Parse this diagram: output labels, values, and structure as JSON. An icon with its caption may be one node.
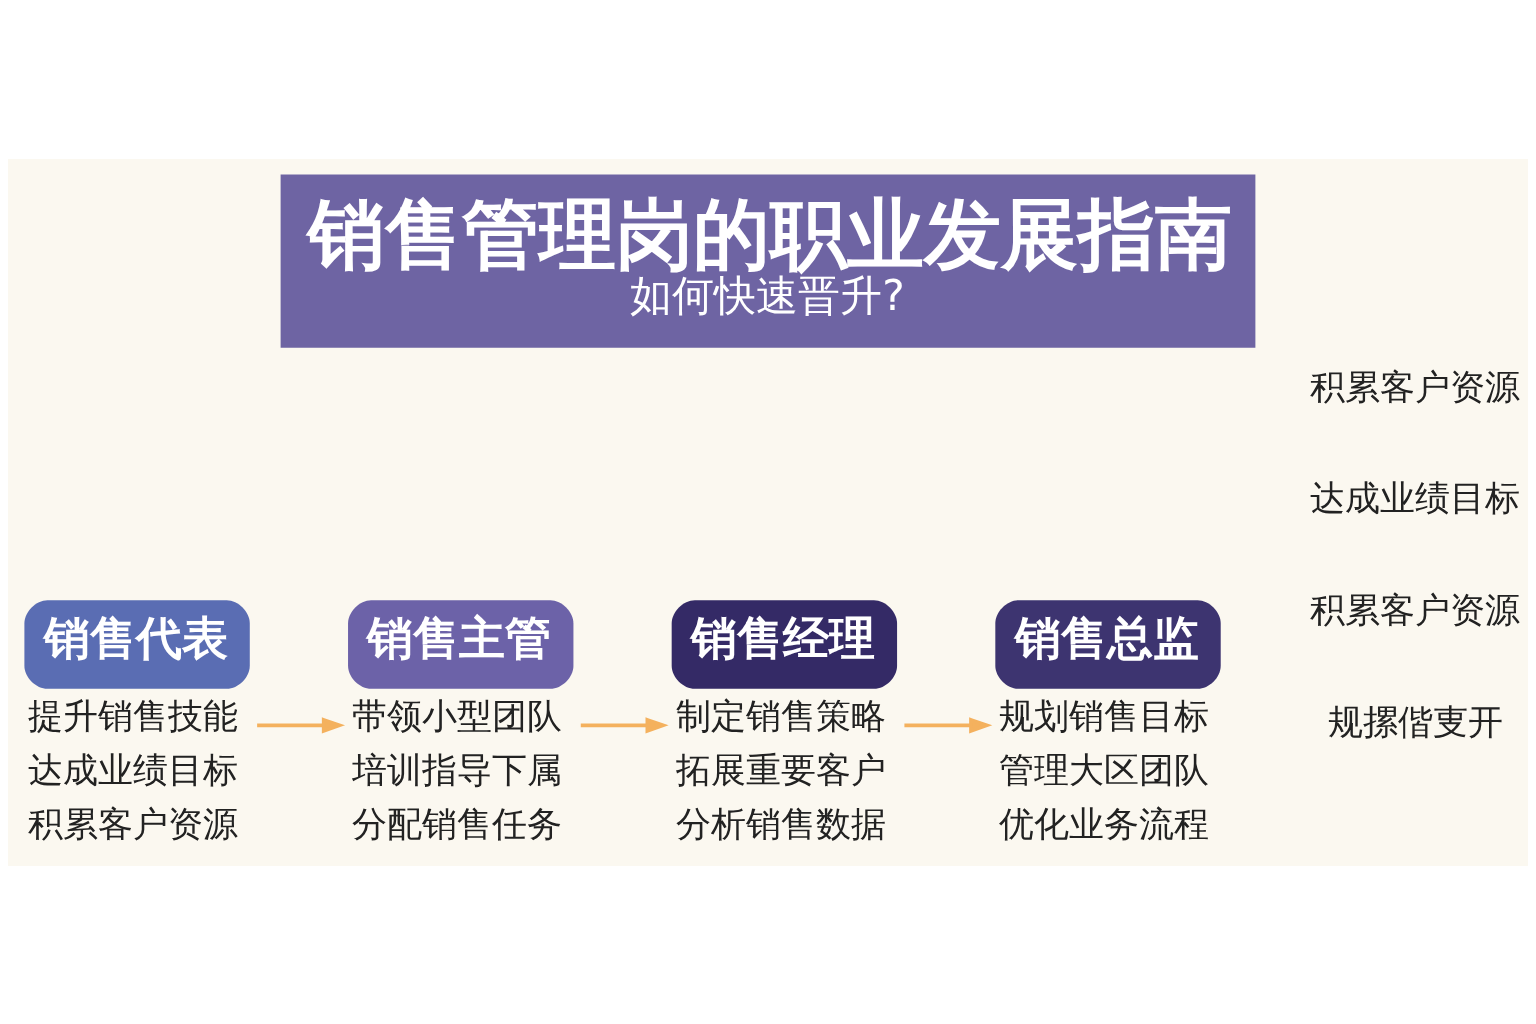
{
  "diagram": {
    "title": "销售管理岗的职业发展指南",
    "caption": "如何快速晋升?",
    "nodes": [
      {
        "text": [
          "销售代表"
        ],
        "beside": [
          "提升销售技能",
          "达成业绩目标",
          "积累客户资源"
        ]
      },
      {
        "text": [
          "销售主管"
        ],
        "beside": [
          "带领小型团队",
          "培训指导下属",
          "分配销售任务"
        ]
      },
      {
        "text": [
          "销售经理"
        ],
        "beside": [
          "制定销售策略",
          "拓展重要客户",
          "分析销售数据"
        ]
      },
      {
        "text": [
          "销售总监"
        ],
        "beside": [
          "规划销售目标",
          "管理大区团队",
          "优化业务流程"
        ]
      }
    ],
    "edges": [
      {
        "from": 0,
        "to": 1,
        "arrow": "to"
      },
      {
        "from": 1,
        "to": 2,
        "arrow": "to"
      },
      {
        "from": 2,
        "to": 3,
        "arrow": "to"
      }
    ],
    "labels": [
      "规摞偕叓开",
      "积累客户资源",
      "达成业绩目标",
      "积累客户资源"
    ]
  }
}
